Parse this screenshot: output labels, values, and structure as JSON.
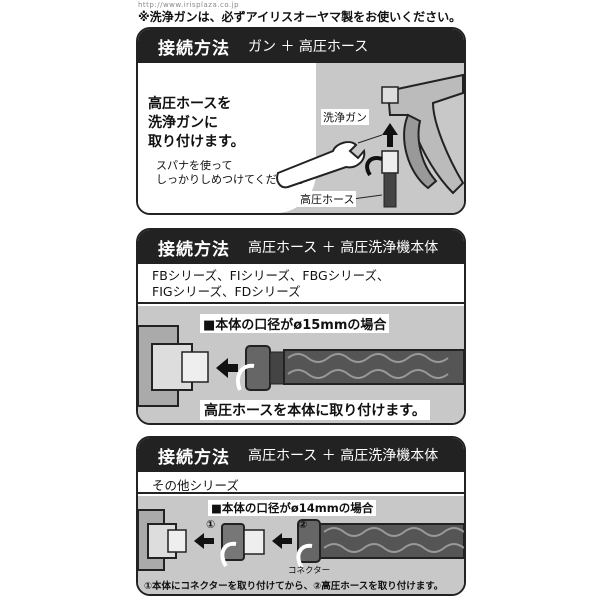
{
  "header_url": "http://www.irisplaza.co.jp",
  "top_note": "※洗浄ガンは、必ずアイリスオーヤマ製をお使いください。",
  "panel1": {
    "title": "接続方法",
    "subtitle": "ガン ＋ 高圧ホース",
    "instruction_lines": [
      "高圧ホースを",
      "洗浄ガンに",
      "取り付けます。"
    ],
    "wrench_note_lines": [
      "スパナを使って",
      "しっかりしめつけてください。"
    ],
    "label_gun": "洗浄ガン",
    "label_hose": "高圧ホース"
  },
  "panel2": {
    "title": "接続方法",
    "subtitle": "高圧ホース ＋ 高圧洗浄機本体",
    "series_lines": [
      "FBシリーズ、FIシリーズ、FBGシリーズ、",
      "FIGシリーズ、FDシリーズ"
    ],
    "diameter_note": "■本体の口径がø15mmの場合",
    "caption": "高圧ホースを本体に取り付けます。"
  },
  "panel3": {
    "title": "接続方法",
    "subtitle": "高圧ホース ＋ 高圧洗浄機本体",
    "series_line": "その他シリーズ",
    "diameter_note": "■本体の口径がø14mmの場合",
    "step1": "①",
    "step2": "②",
    "connector_label": "コネクター",
    "caption": "①本体にコネクターを取り付けてから、②高圧ホースを取り付けます。"
  }
}
